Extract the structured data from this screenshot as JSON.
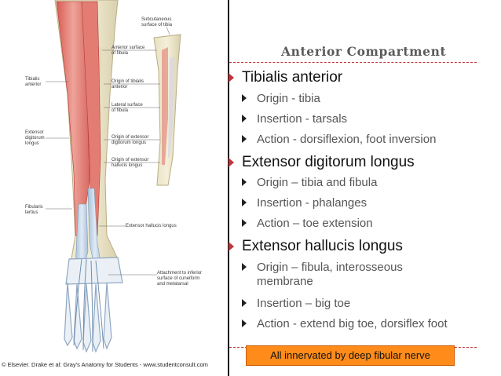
{
  "slide": {
    "title": "Anterior Compartment",
    "bullets": [
      {
        "label": "Tibialis anterior",
        "items": [
          "Origin - tibia",
          "Insertion - tarsals",
          "Action - dorsiflexion, foot inversion"
        ]
      },
      {
        "label": "Extensor digitorum longus",
        "items": [
          "Origin – tibia and fibula",
          "Insertion - phalanges",
          "Action – toe extension"
        ]
      },
      {
        "label": "Extensor hallucis longus",
        "items": [
          "Origin – fibula, interosseous membrane",
          "Insertion – big toe",
          "Action - extend big toe, dorsiflex foot"
        ]
      }
    ],
    "note": "All innervated by deep fibular nerve"
  },
  "figure": {
    "labels": {
      "subcutaneous": "Subcutaneous\nsurface of tibia",
      "anterior_surface_fibula": "Anterior surface\nof fibula",
      "origin_tibialis": "Origin of tibialis\nanterior",
      "lateral_surface_fibula": "Lateral surface\nof fibula",
      "origin_edl": "Origin of extensor\ndigitorum longus",
      "origin_ehl": "Origin of extensor\nhallucis longus",
      "ehl": "Extensor hallucis longus",
      "attachment": "Attachment to inferior\nsurface of cuneiform\nand metatarsal",
      "tibialis_anterior": "Tibialis\nanterior",
      "edl": "Extensor\ndigitorum\nlongus",
      "fibularis_tertius": "Fibularis\ntertius"
    },
    "credit": "© Elsevier. Drake et al: Gray's Anatomy for Students - www.studentconsult.com"
  },
  "colors": {
    "accent": "#c0343a",
    "note_bg": "#ff8c1a"
  }
}
